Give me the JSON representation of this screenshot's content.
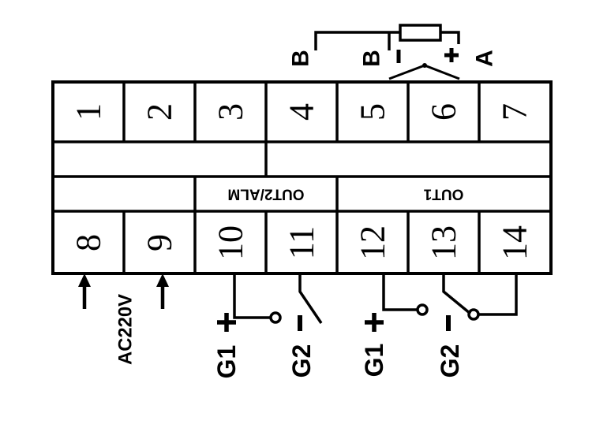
{
  "terminals": {
    "top": [
      "1",
      "2",
      "3",
      "4",
      "5",
      "6",
      "7"
    ],
    "bottom": [
      "8",
      "9",
      "10",
      "11",
      "12",
      "13",
      "14"
    ]
  },
  "sections": {
    "out2_alm": "OUT2/ALM",
    "out1": "OUT1"
  },
  "labels": {
    "power": "AC220V",
    "g1_out2": "G1",
    "g2_out2": "G2",
    "g1_out1": "G1",
    "g2_out1": "G2",
    "b_left": "B",
    "b_right": "B",
    "a": "A"
  }
}
